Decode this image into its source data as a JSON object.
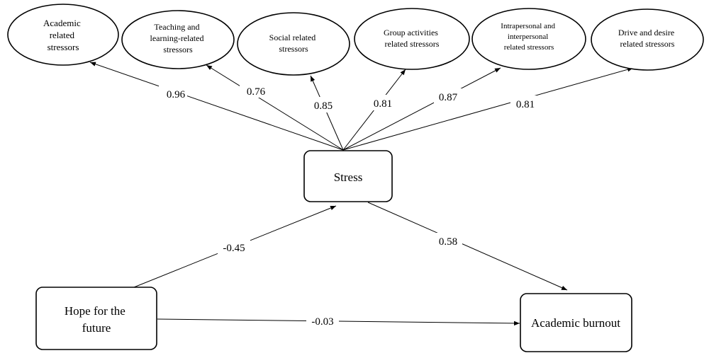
{
  "nodes": {
    "academic_related": {
      "lines": [
        "Academic",
        "related",
        "stressors"
      ]
    },
    "teaching_learning": {
      "lines": [
        "Teaching and",
        "learning-related",
        "stressors"
      ]
    },
    "social_related": {
      "lines": [
        "Social related",
        "stressors"
      ]
    },
    "group_activities": {
      "lines": [
        "Group activities",
        "related stressors"
      ]
    },
    "intra_interpersonal": {
      "lines": [
        "Intrapersonal and",
        "interpersonal",
        "related stressors"
      ]
    },
    "drive_desire": {
      "lines": [
        "Drive and desire",
        "related stressors"
      ]
    },
    "stress": {
      "label": "Stress"
    },
    "hope": {
      "lines": [
        "Hope for the",
        "future"
      ]
    },
    "burnout": {
      "label": "Academic burnout"
    }
  },
  "paths": {
    "stress_to_academic": "0.96",
    "stress_to_teaching": "0.76",
    "stress_to_social": "0.85",
    "stress_to_group": "0.81",
    "stress_to_intra": "0.87",
    "stress_to_drive": "0.81",
    "hope_to_stress": "-0.45",
    "stress_to_burnout": "0.58",
    "hope_to_burnout": "-0.03"
  }
}
